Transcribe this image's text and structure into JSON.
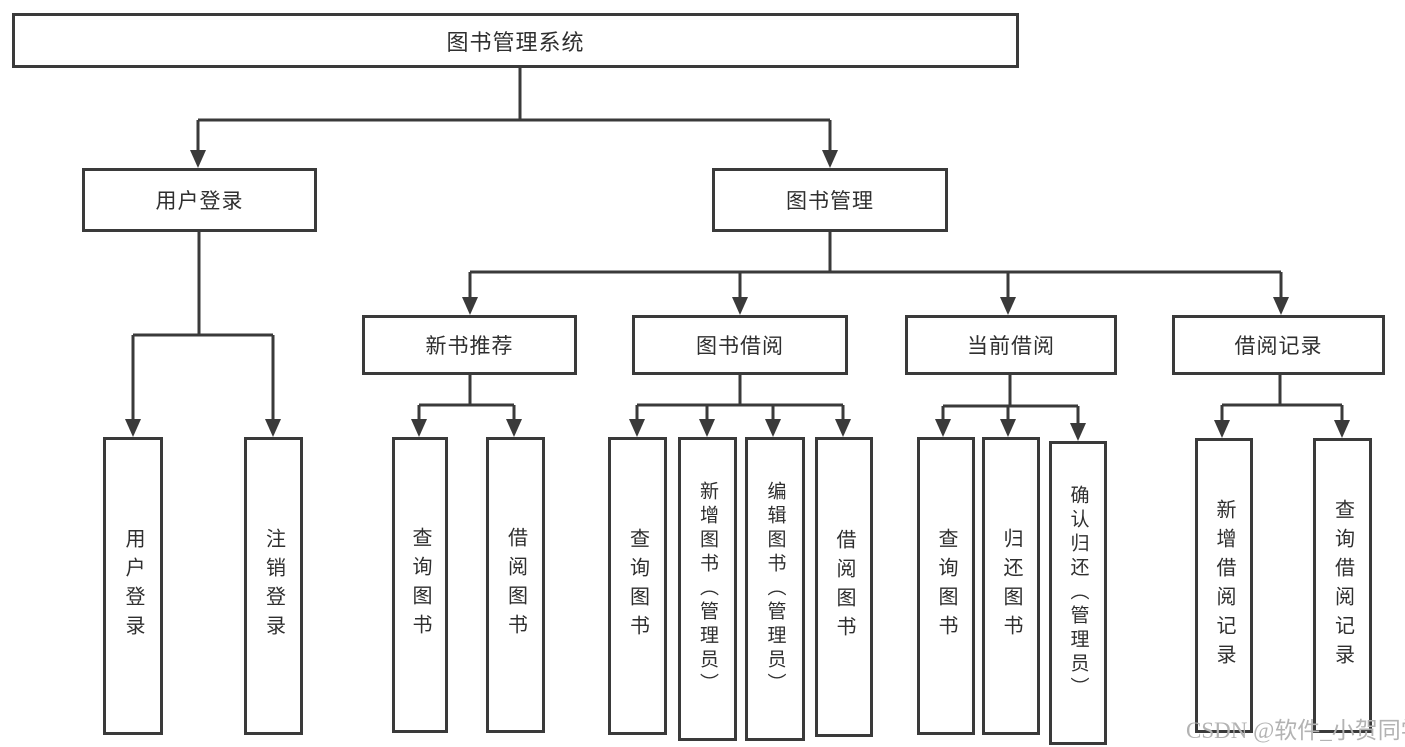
{
  "colors": {
    "line": "#3a3a3a",
    "text": "#2f2f2f",
    "background": "#ffffff",
    "watermark": "#b3b3b3"
  },
  "nodes": {
    "root": {
      "label": "图书管理系统"
    },
    "user_login": {
      "label": "用户登录"
    },
    "book_management": {
      "label": "图书管理"
    },
    "login": {
      "label": "用户登录"
    },
    "logout": {
      "label": "注销登录"
    },
    "new_book_recommend": {
      "label": "新书推荐"
    },
    "book_borrowing": {
      "label": "图书借阅"
    },
    "current_borrowing": {
      "label": "当前借阅"
    },
    "borrowing_records": {
      "label": "借阅记录"
    },
    "nbr_query_books": {
      "label": "查询图书"
    },
    "nbr_borrow_books": {
      "label": "借阅图书"
    },
    "bb_query_books": {
      "label": "查询图书"
    },
    "bb_add_books": {
      "label": "新增图书（管理员）"
    },
    "bb_edit_books": {
      "label": "编辑图书（管理员）"
    },
    "bb_borrow_books": {
      "label": "借阅图书"
    },
    "cb_query_books": {
      "label": "查询图书"
    },
    "cb_return_books": {
      "label": "归还图书"
    },
    "cb_confirm_return": {
      "label": "确认归还（管理员）"
    },
    "br_add_record": {
      "label": "新增借阅记录"
    },
    "br_query_record": {
      "label": "查询借阅记录"
    }
  },
  "hierarchy": {
    "root": [
      "user_login",
      "book_management"
    ],
    "user_login": [
      "login",
      "logout"
    ],
    "book_management": [
      "new_book_recommend",
      "book_borrowing",
      "current_borrowing",
      "borrowing_records"
    ],
    "new_book_recommend": [
      "nbr_query_books",
      "nbr_borrow_books"
    ],
    "book_borrowing": [
      "bb_query_books",
      "bb_add_books",
      "bb_edit_books",
      "bb_borrow_books"
    ],
    "current_borrowing": [
      "cb_query_books",
      "cb_return_books",
      "cb_confirm_return"
    ],
    "borrowing_records": [
      "br_add_record",
      "br_query_record"
    ]
  },
  "watermark": {
    "text": "CSDN @软件_小贺同学"
  }
}
